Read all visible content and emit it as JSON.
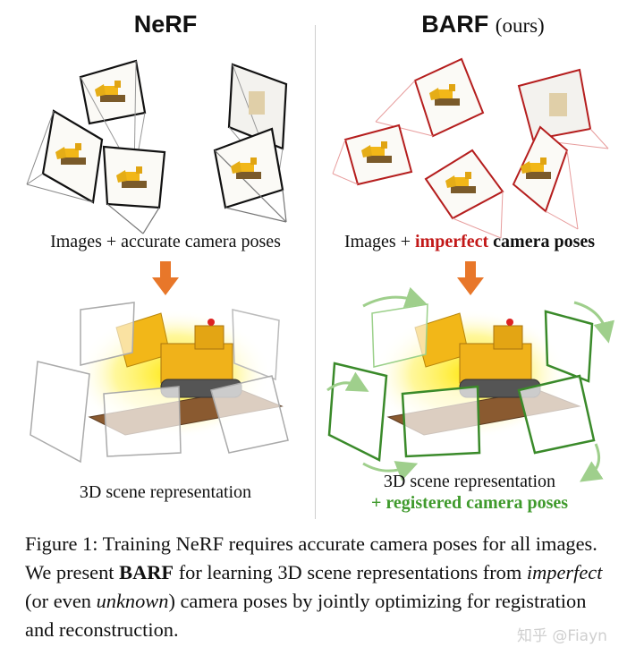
{
  "left_panel": {
    "title": "NeRF",
    "images_label": "Images + accurate camera poses",
    "scene_label": "3D scene representation"
  },
  "right_panel": {
    "title": "BARF",
    "title_suffix": "(ours)",
    "images_label_prefix": "Images + ",
    "images_label_highlight": "imperfect",
    "images_label_suffix": " camera poses",
    "scene_label_line1": "3D scene representation",
    "scene_label_line2_prefix": "+ ",
    "scene_label_line2_highlight": "registered camera poses"
  },
  "caption": {
    "label": "Figure 1:",
    "part1": " Training NeRF requires accurate camera poses for all images. We present ",
    "bold_word": "BARF",
    "part2": " for learning 3D scene representations from ",
    "italic1": "imperfect",
    "part3": " (or even ",
    "italic2": "unknown",
    "part4": ") camera poses by jointly optimizing for registration and reconstruction."
  },
  "watermark": "知乎 @Fiayn",
  "colors": {
    "arrow": "#e8772a",
    "imperfect_red": "#c21818",
    "registered_green": "#3f9a2c",
    "camera_black": "#111111",
    "camera_red": "#b51e1e",
    "camera_green": "#3a8a2a",
    "glow": "#ffe600",
    "bulldozer": "#f2b718"
  },
  "icons": [
    "camera-frustum-icon",
    "bulldozer-image-icon",
    "down-arrow-icon",
    "rotation-arrow-icon"
  ]
}
